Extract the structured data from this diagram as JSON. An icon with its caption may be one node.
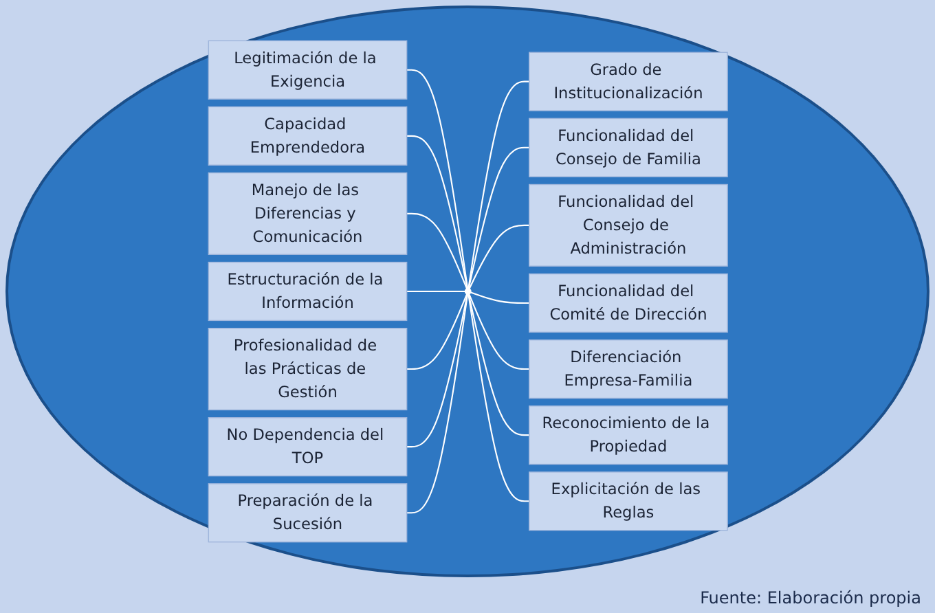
{
  "diagram": {
    "nodes": [
      {
        "text": [],
        "shape": "circle"
      },
      {
        "text": [
          "Grado de Institucionalización"
        ]
      },
      {
        "text": [
          "Legitimación de la Exigencia"
        ]
      },
      {
        "text": [
          "Funcionalidad del Consejo de Familia"
        ]
      },
      {
        "text": [
          "Capacidad Emprendedora"
        ]
      },
      {
        "text": [
          "Funcionalidad del Consejo de Administración"
        ]
      },
      {
        "text": [
          "Manejo de las Diferencias y Comunicación"
        ]
      },
      {
        "text": [
          "Funcionalidad del Comité de Dirección"
        ]
      },
      {
        "text": [
          "Estructuración de la Información"
        ]
      },
      {
        "text": [
          "Diferenciación Empresa-Familia"
        ]
      },
      {
        "text": [
          "Profesionalidad de las Prácticas de Gestión"
        ]
      },
      {
        "text": [
          "Reconocimiento de la Propiedad"
        ]
      },
      {
        "text": [
          "No Dependencia del TOP"
        ]
      },
      {
        "text": [
          "Explicitación de las Reglas"
        ]
      },
      {
        "text": [
          "Preparación de la Sucesión"
        ]
      }
    ],
    "edges": [
      {
        "from": 0,
        "to": 1,
        "arrow": "none"
      },
      {
        "from": 2,
        "to": 0,
        "arrow": "none"
      },
      {
        "from": 0,
        "to": 3,
        "arrow": "none"
      },
      {
        "from": 4,
        "to": 0,
        "arrow": "none"
      },
      {
        "from": 0,
        "to": 5,
        "arrow": "none"
      },
      {
        "from": 6,
        "to": 0,
        "arrow": "none"
      },
      {
        "from": 0,
        "to": 7,
        "arrow": "none"
      },
      {
        "from": 8,
        "to": 0,
        "arrow": "none"
      },
      {
        "from": 0,
        "to": 9,
        "arrow": "none"
      },
      {
        "from": 10,
        "to": 0,
        "arrow": "none"
      },
      {
        "from": 0,
        "to": 11,
        "arrow": "none"
      },
      {
        "from": 12,
        "to": 0,
        "arrow": "none"
      },
      {
        "from": 0,
        "to": 13,
        "arrow": "none"
      },
      {
        "from": 14,
        "to": 0,
        "arrow": "none"
      }
    ],
    "labels": [
      "Fuente: Elaboración propia"
    ]
  }
}
